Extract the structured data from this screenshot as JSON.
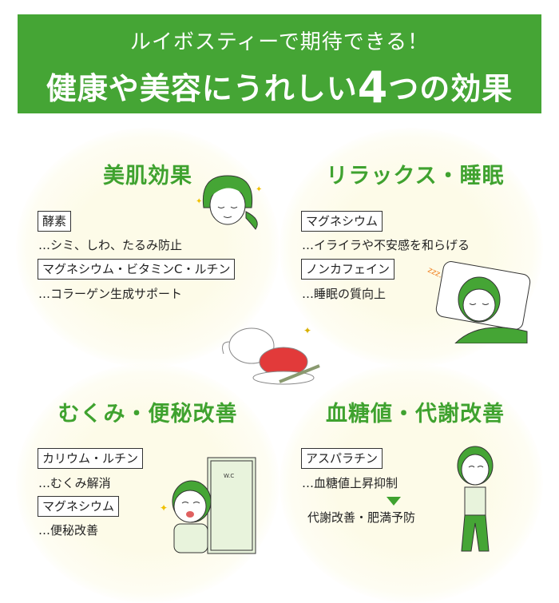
{
  "header": {
    "line1": "ルイボスティーで期待できる！",
    "line2_prefix": "健康や美容にうれしい",
    "line2_number": "4",
    "line2_suffix": "つの効果"
  },
  "colors": {
    "accent": "#45a535",
    "background_circle": "#fdfbe8"
  },
  "sections": [
    {
      "title": "美肌効果",
      "items": [
        {
          "tag": "酵素",
          "desc": "…シミ、しわ、たるみ防止"
        },
        {
          "tag": "マグネシウム・ビタミンC・ルチン",
          "desc": "…コラーゲン生成サポート"
        }
      ]
    },
    {
      "title": "リラックス・睡眠",
      "items": [
        {
          "tag": "マグネシウム",
          "desc": "…イライラや不安感を和らげる"
        },
        {
          "tag": "ノンカフェイン",
          "desc": "…睡眠の質向上"
        }
      ]
    },
    {
      "title": "むくみ・便秘改善",
      "items": [
        {
          "tag": "カリウム・ルチン",
          "desc": "…むくみ解消"
        },
        {
          "tag": "マグネシウム",
          "desc": "…便秘改善"
        }
      ]
    },
    {
      "title": "血糖値・代謝改善",
      "items": [
        {
          "tag": "アスパラチン",
          "desc": "…血糖値上昇抑制"
        }
      ],
      "result": "代謝改善・肥満予防"
    }
  ],
  "illustrations": {
    "door_sign": "W.C",
    "sleep_sound": "zzz..."
  }
}
